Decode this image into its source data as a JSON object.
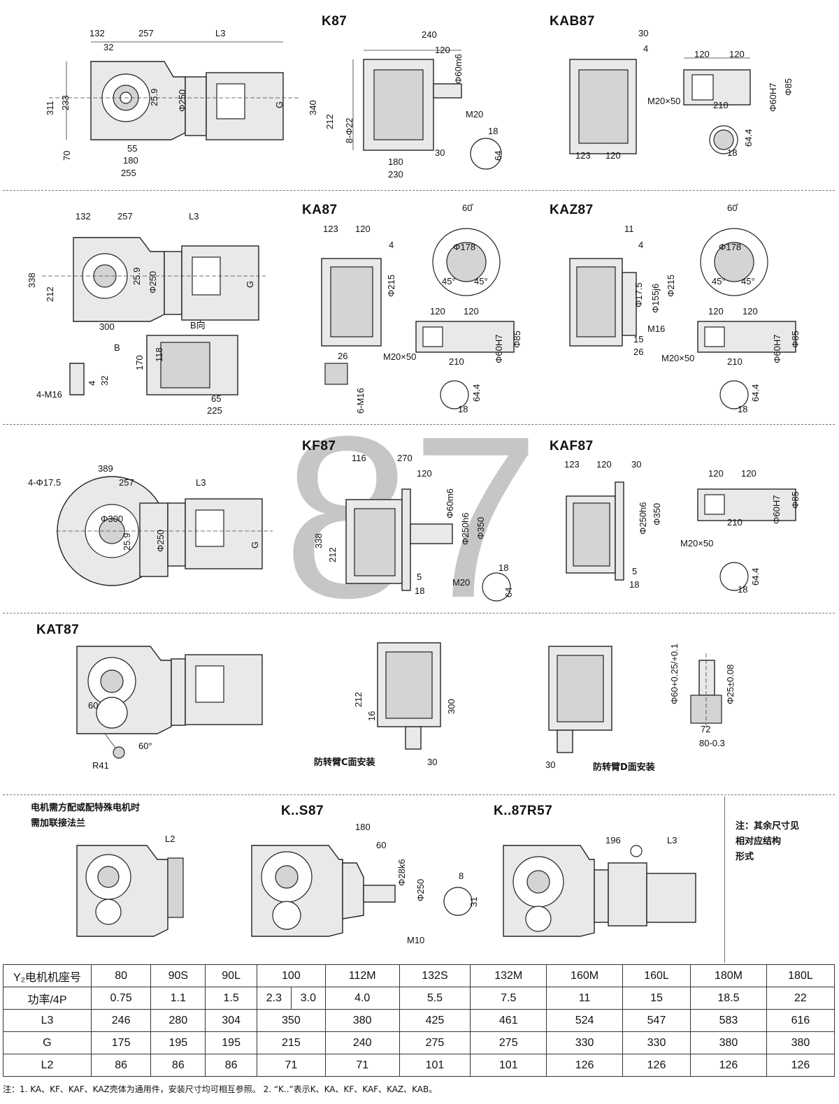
{
  "titles": {
    "k87": "K87",
    "kab87": "KAB87",
    "ka87": "KA87",
    "kaz87": "KAZ87",
    "kf87": "KF87",
    "kaf87": "KAF87",
    "kat87": "KAT87",
    "ks87": "K..S87",
    "k87r57": "K..87R57"
  },
  "watermark": "87",
  "dims": {
    "s1": [
      "132",
      "257",
      "L3",
      "32",
      "311",
      "233",
      "25.9",
      "Φ250",
      "G",
      "70",
      "55",
      "180",
      "255"
    ],
    "k87": [
      "240",
      "120",
      "Φ60m6",
      "340",
      "212",
      "8-Φ22",
      "M20",
      "18",
      "64",
      "180",
      "30",
      "230"
    ],
    "kab87": [
      "30",
      "4",
      "120",
      "120",
      "M20×50",
      "210",
      "Φ60H7",
      "Φ85",
      "64.4",
      "18",
      "123",
      "120"
    ],
    "s2": [
      "132",
      "257",
      "L3",
      "338",
      "212",
      "25.9",
      "Φ250",
      "G",
      "300",
      "B",
      "B向",
      "4-M16",
      "4",
      "32",
      "170",
      "118",
      "65",
      "225"
    ],
    "ka87": [
      "123",
      "120",
      "4",
      "Φ215",
      "60̊",
      "Φ178",
      "45°",
      "45°",
      "120",
      "120",
      "M20×50",
      "210",
      "Φ60H7",
      "Φ85",
      "26",
      "6-M16",
      "64.4",
      "18"
    ],
    "kaz87": [
      "11",
      "4",
      "Φ17.5",
      "Φ155j6",
      "Φ215",
      "M16",
      "15",
      "26",
      "60̊",
      "Φ178",
      "45°",
      "45°",
      "120",
      "120",
      "M20×50",
      "210",
      "Φ60H7",
      "Φ85",
      "64.4",
      "18"
    ],
    "s3": [
      "389",
      "4-Φ17.5",
      "257",
      "L3",
      "Φ300",
      "25.9",
      "Φ250",
      "G"
    ],
    "kf87": [
      "116",
      "270",
      "120",
      "Φ60m6",
      "Φ250h6",
      "Φ350",
      "338",
      "212",
      "5",
      "18",
      "M20",
      "18",
      "64"
    ],
    "kaf87": [
      "123",
      "120",
      "30",
      "Φ250h6",
      "Φ350",
      "5",
      "18",
      "120",
      "120",
      "Φ60H7",
      "Φ85",
      "210",
      "M20×50",
      "64.4",
      "18"
    ],
    "kat87": [
      "60",
      "R41",
      "60°",
      "212",
      "16",
      "300",
      "30",
      "30",
      "Φ60+0.25/+0.1",
      "Φ25±0.08",
      "72",
      "80-0.3"
    ],
    "ks87": [
      "L2",
      "180",
      "60",
      "Φ28k6",
      "Φ250",
      "8",
      "31",
      "M10"
    ],
    "k87r57": [
      "196",
      "L3"
    ]
  },
  "captions": {
    "flange_note": "电机需方配或配特殊电机时\n需加联接法兰",
    "mount_c": "防转臂C面安装",
    "mount_d": "防转臂D面安装",
    "side_note": "注：其余尺寸见\n      相对应结构\n      形式"
  },
  "table": {
    "rows": [
      {
        "label": "Y₂电机机座号",
        "cells": [
          "80",
          "90S",
          "90L",
          "100",
          "112M",
          "132S",
          "132M",
          "160M",
          "160L",
          "180M",
          "180L"
        ]
      },
      {
        "label": "功率/4P",
        "cells": [
          "0.75",
          "1.1",
          "1.5",
          [
            "2.3",
            "3.0"
          ],
          "4.0",
          "5.5",
          "7.5",
          "11",
          "15",
          "18.5",
          "22"
        ]
      },
      {
        "label": "L3",
        "cells": [
          "246",
          "280",
          "304",
          "350",
          "380",
          "425",
          "461",
          "524",
          "547",
          "583",
          "616"
        ]
      },
      {
        "label": "G",
        "cells": [
          "175",
          "195",
          "195",
          "215",
          "240",
          "275",
          "275",
          "330",
          "330",
          "380",
          "380"
        ]
      },
      {
        "label": "L2",
        "cells": [
          "86",
          "86",
          "86",
          "71",
          "71",
          "101",
          "101",
          "126",
          "126",
          "126",
          "126"
        ]
      }
    ]
  },
  "footnote": "注：1. KA、KF、KAF、KAZ壳体为通用件，安装尺寸均可相互参照。   2. “K..”表示K、KA、KF、KAF、KAZ、KAB。"
}
